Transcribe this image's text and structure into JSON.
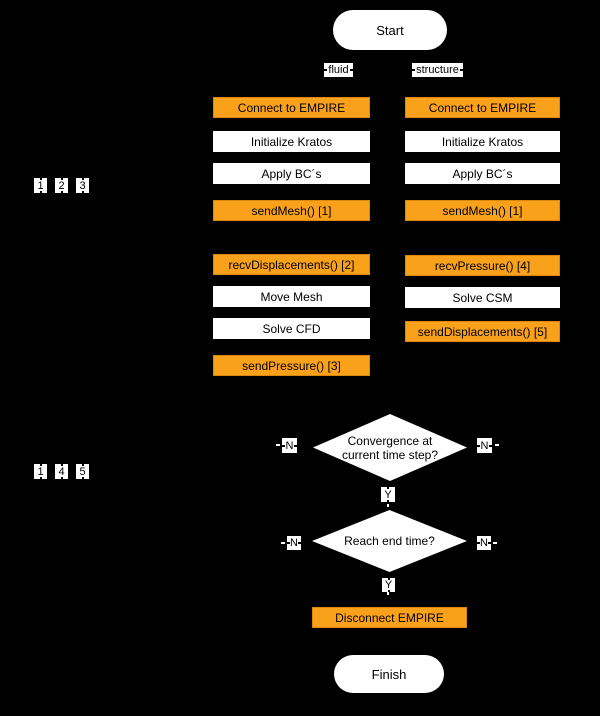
{
  "colors": {
    "background": "#000000",
    "process_orange": "#F9A11B",
    "process_white": "#FFFFFF",
    "shape_text": "#000000"
  },
  "terminals": {
    "start": "Start",
    "finish": "Finish"
  },
  "branch_labels": {
    "left": "fluid",
    "right": "structure"
  },
  "fluid_column": {
    "steps_setup": [
      {
        "label": "Connect to EMPIRE",
        "type": "empire"
      },
      {
        "label": "Initialize Kratos",
        "type": "plain"
      },
      {
        "label": "Apply BC´s",
        "type": "plain"
      },
      {
        "label": "sendMesh() [1]",
        "type": "empire"
      }
    ],
    "steps_loop": [
      {
        "label": "recvDisplacements() [2]",
        "type": "empire"
      },
      {
        "label": "Move Mesh",
        "type": "plain"
      },
      {
        "label": "Solve CFD",
        "type": "plain"
      },
      {
        "label": "sendPressure() [3]",
        "type": "empire"
      }
    ]
  },
  "structure_column": {
    "steps_setup": [
      {
        "label": "Connect to EMPIRE",
        "type": "empire"
      },
      {
        "label": "Initialize Kratos",
        "type": "plain"
      },
      {
        "label": "Apply BC´s",
        "type": "plain"
      },
      {
        "label": "sendMesh() [1]",
        "type": "empire"
      }
    ],
    "steps_loop": [
      {
        "label": "recvPressure() [4]",
        "type": "empire"
      },
      {
        "label": "Solve CSM",
        "type": "plain"
      },
      {
        "label": "sendDisplacements() [5]",
        "type": "empire"
      }
    ]
  },
  "marker_rows": {
    "upper": [
      "1",
      "2",
      "3"
    ],
    "lower": [
      "1",
      "4",
      "5"
    ]
  },
  "decision_convergence": {
    "line1": "Convergence at",
    "line2": "current time step?",
    "no_left": "N",
    "no_right": "N",
    "yes": "Y"
  },
  "decision_end_time": {
    "line1": "Reach end time?",
    "no_left": "N",
    "no_right": "N",
    "yes": "Y"
  },
  "disconnect_step": {
    "label": "Disconnect EMPIRE"
  }
}
